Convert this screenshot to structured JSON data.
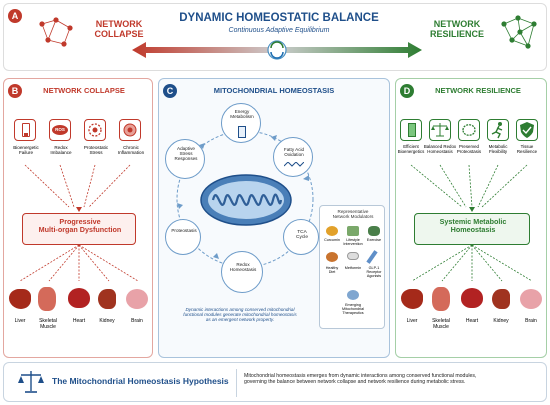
{
  "top": {
    "badge": "A",
    "title": "DYNAMIC HOMEOSTATIC BALANCE",
    "subtitle": "Continuous Adaptive Equilibrium",
    "left_label": "NETWORK\nCOLLAPSE",
    "right_label": "NETWORK\nRESILIENCE"
  },
  "collapse": {
    "badge": "B",
    "title": "NETWORK COLLAPSE",
    "items": [
      "Bioenergetic\nFailure",
      "Redox\nImbalance",
      "Proteostatic\nStress",
      "Chronic\nInflammation"
    ],
    "ros": "ROS",
    "outcome": "Progressive\nMulti-organ Dysfunction",
    "organs": [
      "Liver",
      "Skeletal\nMuscle",
      "Heart",
      "Kidney",
      "Brain"
    ]
  },
  "center": {
    "badge": "C",
    "title": "MITOCHONDRIAL HOMEOSTASIS",
    "modules": [
      "Energy\nMetabolism",
      "Fatty Acid\nOxidation",
      "TCA\nCycle",
      "Redox\nHomeostasis",
      "Proteostasis",
      "Adaptive\nStress\nResponses"
    ],
    "modulators_title": "Representative\nNetwork Modulators",
    "modulators": [
      "Curcumin",
      "Lifestyle\nIntervention",
      "Exercise",
      "Healthy\nDiet",
      "Metformin",
      "GLP-1\nReceptor\nAgonists",
      "Emerging\nMitochondrial\nTherapeutics"
    ],
    "caption": "Dynamic interactions among conserved mitochondrial\nfunctional modules generate mitochondrial homeostasis\nas an emergent network property."
  },
  "resilience": {
    "badge": "D",
    "title": "NETWORK RESILIENCE",
    "items": [
      "Efficient\nBioenergetics",
      "Balanced Redox\nHomeostasis",
      "Preserved\nProteostasis",
      "Metabolic\nFlexibility",
      "Tissue\nResilience"
    ],
    "outcome": "Systemic Metabolic\nHomeostasis",
    "organs": [
      "Liver",
      "Skeletal\nMuscle",
      "Heart",
      "Kidney",
      "Brain"
    ]
  },
  "footer": {
    "title": "The Mitochondrial Homeostasis Hypothesis",
    "text": "Mitochondrial homeostasis emerges from dynamic interactions among conserved functional modules,\ngoverning the balance between network collapse and network resilience during metabolic stress."
  },
  "colors": {
    "red": "#c0392b",
    "green": "#2e7d32",
    "blue": "#1f4f8a"
  }
}
